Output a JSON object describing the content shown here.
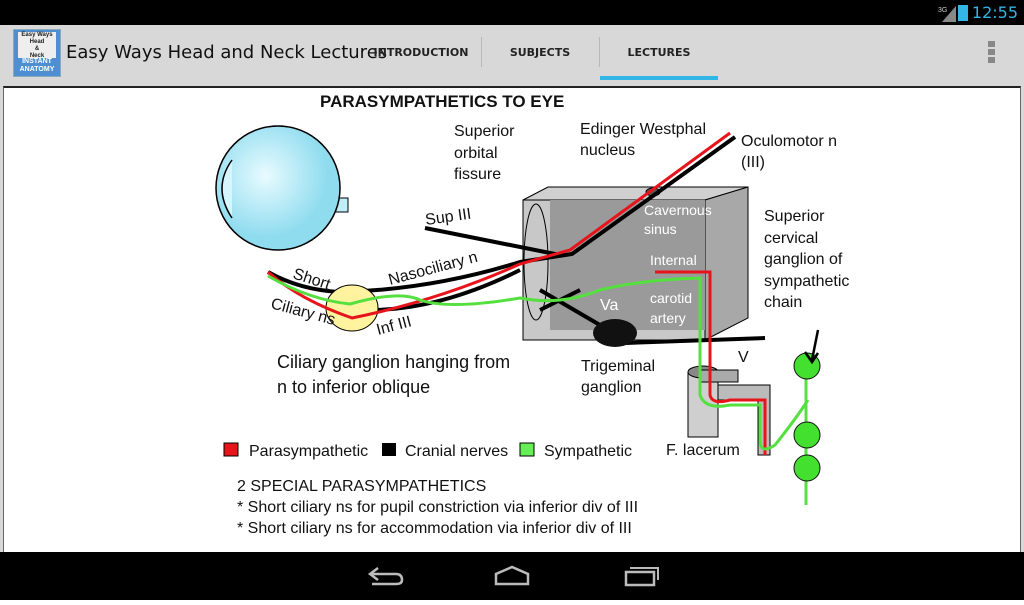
{
  "status": {
    "network": "3G",
    "time": "12:55"
  },
  "app": {
    "logo_text": "Easy Ways Head & Neck INSTANT ANATOMY",
    "title": "Easy Ways Head and Neck Lectures"
  },
  "tabs": [
    {
      "label": "INTRODUCTION"
    },
    {
      "label": "SUBJECTS"
    },
    {
      "label": "LECTURES",
      "selected": true
    }
  ],
  "diagram": {
    "title": "PARASYMPATHETICS TO EYE",
    "labels": {
      "superior_orbital_fissure": [
        "Superior",
        "orbital",
        "fissure"
      ],
      "edinger": [
        "Edinger Westphal",
        "nucleus"
      ],
      "oculomotor": [
        "Oculomotor n",
        "(III)"
      ],
      "sup_iii": "Sup III",
      "nasociliary": "Nasociliary n",
      "short": "Short",
      "ciliary_ns": "Ciliary ns",
      "inf_iii": "Inf III",
      "cavernous": [
        "Cavernous",
        "sinus"
      ],
      "internal_carotid": [
        "Internal",
        "carotid",
        "artery"
      ],
      "va": "Va",
      "v": "V",
      "trigeminal": [
        "Trigeminal",
        "ganglion"
      ],
      "superior_cervical": [
        "Superior",
        "cervical",
        "ganglion of",
        "sympathetic",
        "chain"
      ],
      "ciliary_ganglion": [
        "Ciliary ganglion hanging from",
        "n to inferior oblique"
      ],
      "f_lacerum": "F. lacerum"
    },
    "legend": [
      {
        "label": "Parasympathetic",
        "color": "#e8141b"
      },
      {
        "label": "Cranial nerves",
        "color": "#000000"
      },
      {
        "label": "Sympathetic",
        "color": "#66ee55"
      }
    ],
    "notes": [
      "2 SPECIAL PARASYMPATHETICS",
      "* Short ciliary ns for pupil constriction via inferior div of III",
      "* Short ciliary ns for accommodation via inferior div of III"
    ]
  }
}
